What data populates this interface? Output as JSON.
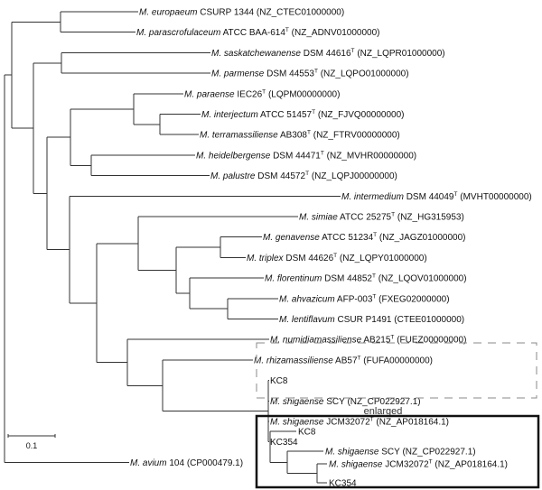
{
  "tree": {
    "leaves": [
      {
        "species": "M. europaeum",
        "strain": "CSURP 1344",
        "type_mark": "",
        "accession": "(NZ_CTEC01000000)"
      },
      {
        "species": "M. parascrofulaceum",
        "strain": "ATCC BAA-614",
        "type_mark": "T",
        "accession": "(NZ_ADNV01000000)"
      },
      {
        "species": "M. saskatchewanense",
        "strain": "DSM 44616",
        "type_mark": "T",
        "accession": "(NZ_LQPR01000000)"
      },
      {
        "species": "M. parmense",
        "strain": "DSM 44553",
        "type_mark": "T",
        "accession": "(NZ_LQPO01000000)"
      },
      {
        "species": "M. paraense",
        "strain": "IEC26",
        "type_mark": "T",
        "accession": "(LQPM00000000)"
      },
      {
        "species": "M. interjectum",
        "strain": "ATCC 51457",
        "type_mark": "T",
        "accession": "(NZ_FJVQ00000000)"
      },
      {
        "species": "M. terramassiliense",
        "strain": "AB308",
        "type_mark": "T",
        "accession": "(NZ_FTRV00000000)"
      },
      {
        "species": "M. heidelbergense",
        "strain": "DSM 44471",
        "type_mark": "T",
        "accession": "(NZ_MVHR00000000)"
      },
      {
        "species": "M. palustre",
        "strain": "DSM 44572",
        "type_mark": "T",
        "accession": "(NZ_LQPJ00000000)"
      },
      {
        "species": "M. intermedium",
        "strain": "DSM 44049",
        "type_mark": "T",
        "accession": "(MVHT00000000)"
      },
      {
        "species": "M. simiae",
        "strain": "ATCC 25275",
        "type_mark": "T",
        "accession": "(NZ_HG315953)"
      },
      {
        "species": "M. genavense",
        "strain": "ATCC 51234",
        "type_mark": "T",
        "accession": "(NZ_JAGZ01000000)"
      },
      {
        "species": "M. triplex",
        "strain": "DSM 44626",
        "type_mark": "T",
        "accession": "(NZ_LQPY01000000)"
      },
      {
        "species": "M. florentinum",
        "strain": "DSM 44852",
        "type_mark": "T",
        "accession": "(NZ_LQOV01000000)"
      },
      {
        "species": "M. ahvazicum",
        "strain": "AFP-003",
        "type_mark": "T",
        "accession": "(FXEG02000000)"
      },
      {
        "species": "M. lentiflavum",
        "strain": "CSUR P1491",
        "type_mark": "",
        "accession": "(CTEE01000000)"
      },
      {
        "species": "M. numidiamassiliense",
        "strain": "AB215",
        "type_mark": "T",
        "accession": "(FUEZ00000000)"
      },
      {
        "species": "M. rhizamassiliense",
        "strain": "AB57",
        "type_mark": "T",
        "accession": "(FUFA00000000)"
      },
      {
        "species": "",
        "strain": "KC8",
        "type_mark": "",
        "accession": ""
      },
      {
        "species": "M. shigaense",
        "strain": "SCY",
        "type_mark": "",
        "accession": "(NZ_CP022927.1)"
      },
      {
        "species": "M. shigaense",
        "strain": "JCM32072",
        "type_mark": "T",
        "accession": "(NZ_AP018164.1)"
      },
      {
        "species": "",
        "strain": "KC354",
        "type_mark": "",
        "accession": ""
      },
      {
        "species": "M. avium",
        "strain": "104",
        "type_mark": "",
        "accession": "(CP000479.1)"
      }
    ]
  },
  "highlight_box_label": "enlarged",
  "scale_bar": {
    "label": "0.1"
  },
  "inset": {
    "leaves": [
      {
        "species": "",
        "strain": "KC8",
        "type_mark": "",
        "accession": ""
      },
      {
        "species": "M. shigaense",
        "strain": "SCY",
        "type_mark": "",
        "accession": "(NZ_CP022927.1)"
      },
      {
        "species": "M. shigaense",
        "strain": "JCM32072",
        "type_mark": "T",
        "accession": "(NZ_AP018164.1)"
      },
      {
        "species": "",
        "strain": "KC354",
        "type_mark": "",
        "accession": ""
      }
    ]
  }
}
